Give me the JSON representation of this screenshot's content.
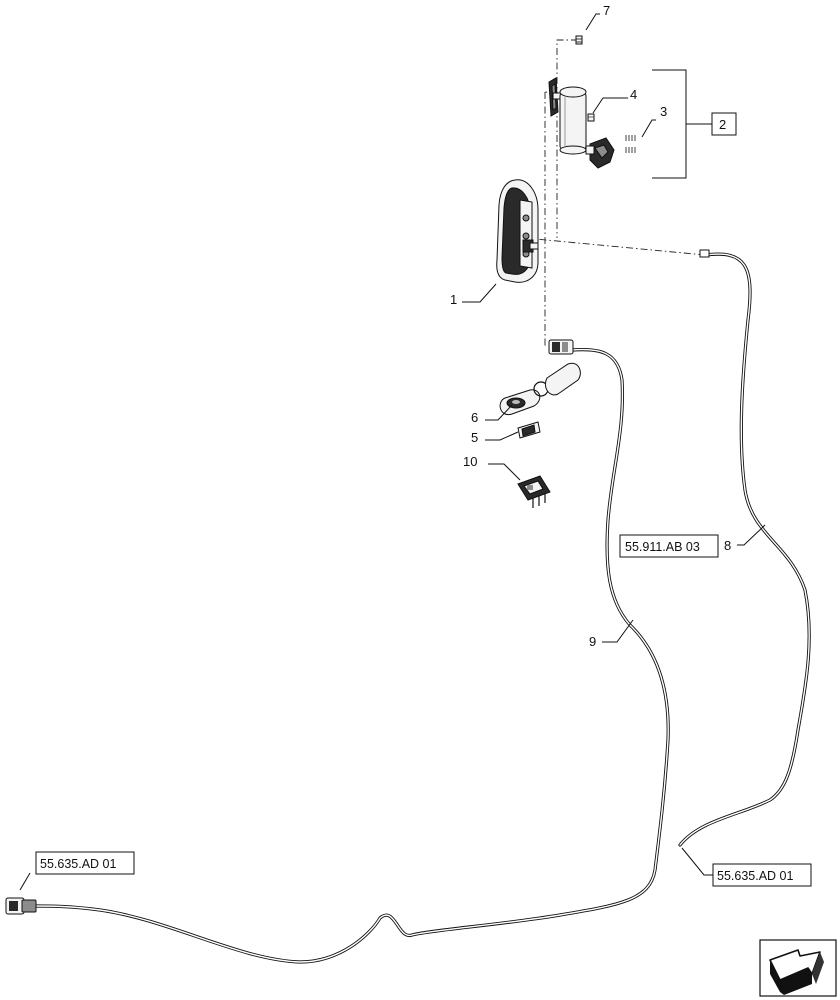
{
  "callouts": {
    "c1": "1",
    "c2": "2",
    "c3": "3",
    "c4": "4",
    "c5": "5",
    "c6": "6",
    "c7": "7",
    "c8": "8",
    "c9": "9",
    "c10": "10"
  },
  "references": {
    "ref_wire8": "55.911.AB 03",
    "ref_wire8_end": "55.635.AD 01",
    "ref_wire9_end": "55.635.AD 01"
  },
  "icons": {
    "nav": "next-page-arrow-icon"
  }
}
